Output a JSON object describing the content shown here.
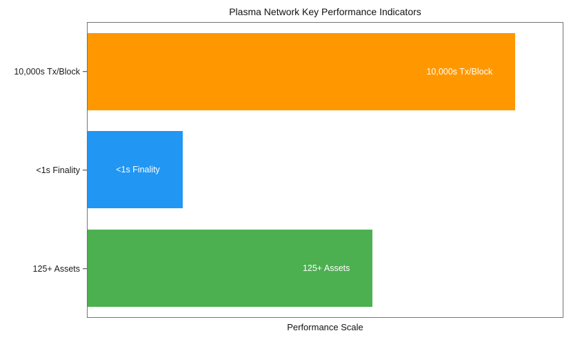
{
  "chart_data": {
    "type": "bar",
    "orientation": "horizontal",
    "title": "Plasma Network Key Performance Indicators",
    "xlabel": "Performance Scale",
    "ylabel": "",
    "categories": [
      "10,000s Tx/Block",
      "<1s Finality",
      "125+ Assets"
    ],
    "values": [
      90,
      20,
      60
    ],
    "xlim": [
      0,
      100
    ],
    "bar_labels": [
      "10,000s Tx/Block",
      "<1s Finality",
      "125+ Assets"
    ],
    "bar_colors": [
      "#FF9800",
      "#2196F3",
      "#4CAF50"
    ],
    "bar_label_color": "#FFFFFF",
    "grid": false,
    "legend_position": "none"
  },
  "figure": {
    "background_color": "#FFFFFF",
    "spine_color": "#737373",
    "tick_color": "#333333",
    "text_color": "#1A1A1A"
  }
}
